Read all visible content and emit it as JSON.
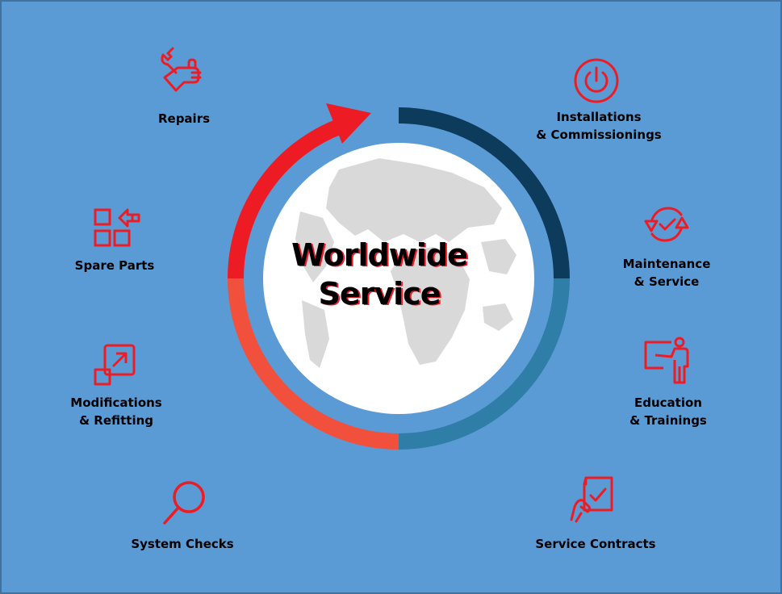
{
  "title": {
    "line1": "Worldwide",
    "line2": "Service"
  },
  "services": [
    {
      "key": "repairs",
      "icon": "wrench-hand-icon",
      "lines": [
        "Repairs"
      ]
    },
    {
      "key": "spare-parts",
      "icon": "parts-grid-icon",
      "lines": [
        "Spare Parts"
      ]
    },
    {
      "key": "modifications",
      "icon": "modify-arrow-icon",
      "lines": [
        "Modifications",
        "& Refitting"
      ]
    },
    {
      "key": "system-checks",
      "icon": "magnifier-icon",
      "lines": [
        "System Checks"
      ]
    },
    {
      "key": "installations",
      "icon": "power-icon",
      "lines": [
        "Installations",
        "& Commissionings"
      ]
    },
    {
      "key": "maintenance",
      "icon": "cycle-check-icon",
      "lines": [
        "Maintenance",
        "& Service"
      ]
    },
    {
      "key": "education",
      "icon": "presenter-board-icon",
      "lines": [
        "Education",
        "& Trainings"
      ]
    },
    {
      "key": "contracts",
      "icon": "contract-hand-icon",
      "lines": [
        "Service Contracts"
      ]
    }
  ],
  "colors": {
    "background": "#5b9bd5",
    "accent_red": "#ed1c24",
    "arc_red_light": "#f0503c",
    "arc_navy": "#0d3b5c",
    "arc_teal": "#2e7ea8",
    "globe_land": "#d9d9d9"
  }
}
